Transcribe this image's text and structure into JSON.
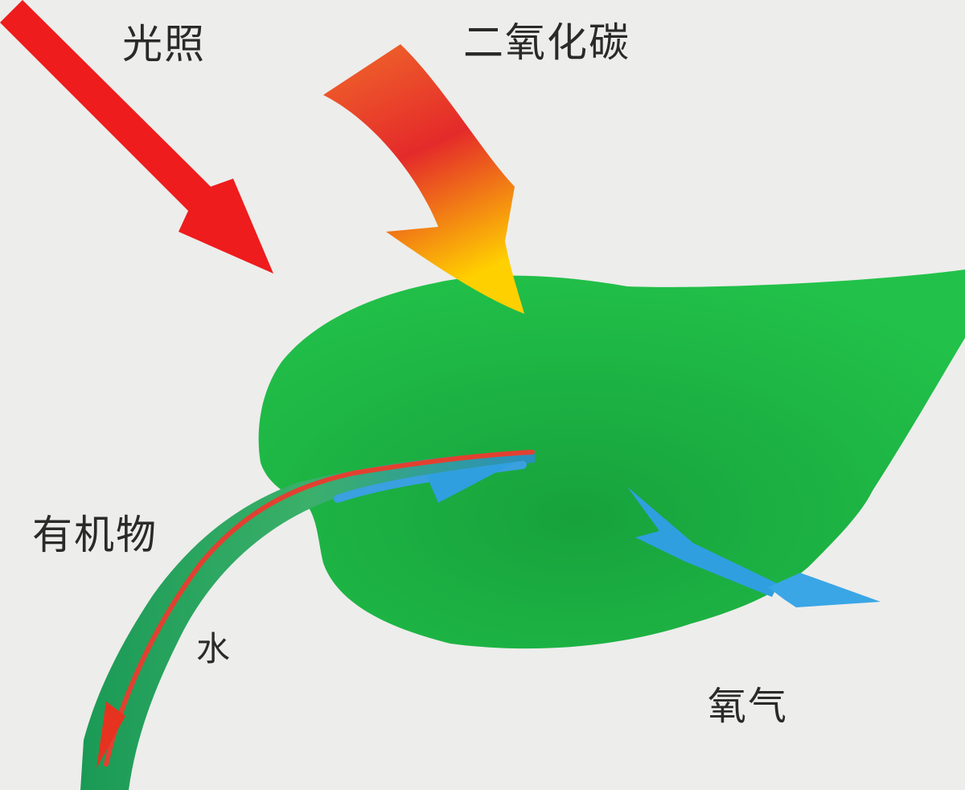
{
  "labels": {
    "light": "光照",
    "carbon_dioxide": "二氧化碳",
    "organic_matter": "有机物",
    "water": "水",
    "oxygen": "氧气"
  },
  "colors": {
    "background": "#ededeb",
    "leaf": "#1fb845",
    "light_arrow": "#ee1c1c",
    "co2_arrow_top": "#f06a2a",
    "co2_arrow_mid": "#e42a2a",
    "co2_arrow_bottom": "#ffd000",
    "oxygen_arrow": "#2f9fe0",
    "stem": "#2aa05a",
    "vein_red": "#e24030",
    "label_text": "#2a2a2a"
  }
}
